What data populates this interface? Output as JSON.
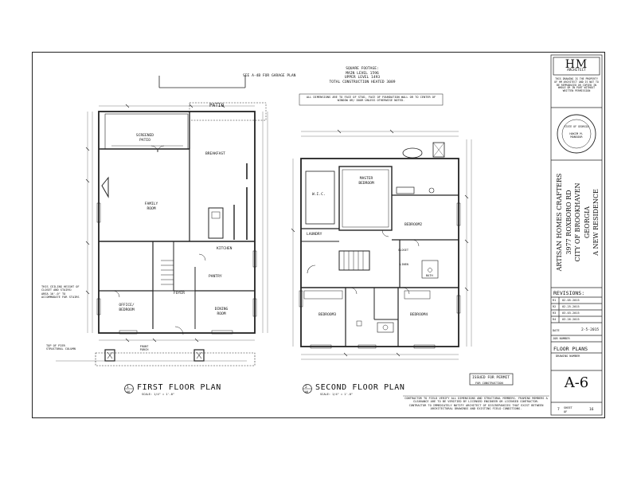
{
  "first_floor": {
    "title": "FIRST FLOOR PLAN",
    "scale": "SCALE: 1/4\" = 1'-0\"",
    "detail_num": "1",
    "detail_sheet": "A6",
    "rooms": {
      "patio": "PATIO",
      "screened_patio": "SCREENED PATIO",
      "breakfast": "BREAKFAST",
      "family_room": "FAMILY ROOM",
      "kitchen": "KITCHEN",
      "garage_note": "SEE A-4B FOR GARAGE PLAN",
      "office": "OFFICE/ BEDROOM",
      "dining": "DINING ROOM",
      "foyer": "FOYER",
      "front_porch": "FRONT PORCH",
      "pantry": "PANTRY",
      "ceiling_note": "THIS CEILING HEIGHT OF CLOSET AND STAIRS: AREA 16'-0\" TO ACCOMMODATE FOR STAIRS",
      "top_of_pier": "TOP OF PIER STRUCTURAL COLUMN"
    }
  },
  "second_floor": {
    "title": "SECOND FLOOR PLAN",
    "scale": "SCALE: 1/4\" = 1'-0\"",
    "detail_num": "2",
    "detail_sheet": "A6",
    "rooms": {
      "master_bedroom": "MASTER BEDROOM",
      "wic": "W.I.C.",
      "bedroom2": "BEDROOM2",
      "bedroom3": "BEDROOM3",
      "bedroom4": "BEDROOM4",
      "laundry": "LAUNDRY",
      "closet": "CLOSET",
      "bath": "BATH",
      "linen": "LINEN"
    }
  },
  "square_footage": {
    "title": "SQUARE FOOTAGE:",
    "main": "MAIN LEVEL 1596",
    "upper": "UPPER LEVEL 1493",
    "total": "TOTAL CONSTRUCTION HEATED 3089"
  },
  "dimension_note": "ALL DIMENSIONS ARE TO FACE OF STUD, FACE OF FOUNDATION WALL OR TO CENTER OF WINDOW OR/ DOOR UNLESS OTHERWISE NOTED.",
  "issued_for": "ISSUED FOR PERMIT",
  "issued_sub": "FOR CONSTRUCTION",
  "contractor_note": "CONTRACTOR TO FIELD VERIFY ALL DIMENSIONS AND STRUCTURAL MEMBERS. FRAMING MEMBERS & CLEARANCE ARE TO BE VERIFIED BY LICENSED ENGINEER OR LICENSED CONTRACTOR. CONTRACTOR TO IMMEDIATELY NOTIFY ARCHITECT OF DISCREPANCIES THAT EXIST BETWEEN ARCHITECTURAL DRAWINGS AND EXISTING FIELD CONDITIONS.",
  "title_block": {
    "logo": "HM",
    "logo_sub": "ARCHITECT",
    "fine_print": "THIS DRAWING IS THE PROPERTY OF HM ARCHITECT AND IS NOT TO BE REPRODUCED OR COPIED IN WHOLE OR IN PART WITHOUT WRITTEN PERMISSION",
    "seal_text": "STATE OF GEORGIA",
    "seal_name": "HAKIM M. MANSOUR",
    "project_lines": [
      "ARTISAN HOMES CRAFTERS",
      "3977 ROXBORO RD",
      "CITY OF BROOKHAVEN",
      "GEORGIA",
      "A NEW RESIDENCE"
    ],
    "revisions_label": "REVISIONS:",
    "revisions": [
      {
        "num": "R1",
        "date": "02-05-2015"
      },
      {
        "num": "R2",
        "date": "02-25-2015"
      },
      {
        "num": "R3",
        "date": "03-03-2015"
      },
      {
        "num": "R4",
        "date": "03-26-2015"
      }
    ],
    "date_label": "DATE",
    "date_value": "2-5-2015",
    "job_label": "JOB NUMBER",
    "sheet_title": "FLOOR PLANS",
    "drawing_number_label": "DRAWING NUMBER",
    "drawing_number": "A-6",
    "sheet_label": "SHEET",
    "sheet_num": "7",
    "sheet_of": "OF",
    "sheet_total": "16"
  }
}
